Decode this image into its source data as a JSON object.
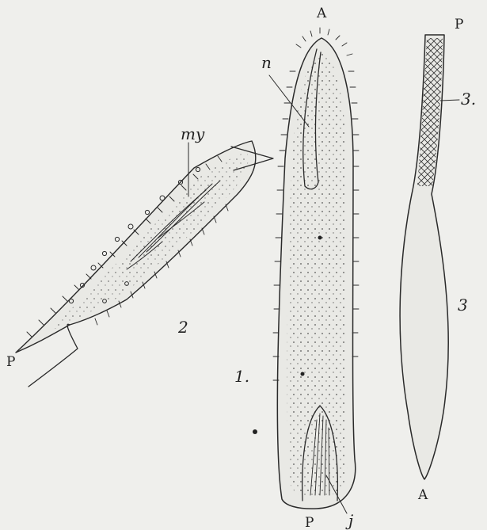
{
  "labels": {
    "fig1": {
      "number": "1.",
      "anterior": "A",
      "posterior": "P",
      "nucleus": "n",
      "sucker": "j"
    },
    "fig2": {
      "number": "2",
      "myonemes": "my",
      "posterior": "P"
    },
    "fig3": {
      "number": "3",
      "posterior": "P",
      "anterior": "A",
      "striated": "3."
    }
  },
  "colors": {
    "ink": "#2a2a2a",
    "paper": "#efefec"
  }
}
